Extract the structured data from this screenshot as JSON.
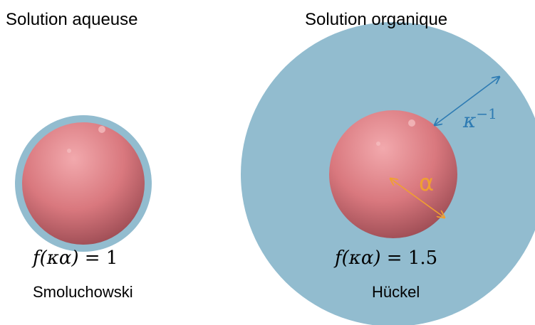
{
  "left_panel": {
    "title": "Solution aqueuse",
    "formula_lhs_f": "f",
    "formula_lhs_arg": "(κα)",
    "formula_rhs": " = 1",
    "caption": "Smoluchowski"
  },
  "right_panel": {
    "title": "Solution organique",
    "formula_lhs_f": "f",
    "formula_lhs_arg": "(κα)",
    "formula_rhs": " = 1.5",
    "caption": "Hückel",
    "kappa_symbol": "κ",
    "kappa_exponent": "−1",
    "alpha_symbol": "α"
  },
  "colors": {
    "double_layer": "#92bccf",
    "particle": "#d9787e",
    "kappa_arrow": "#2e7bb3",
    "alpha_arrow": "#f0a030"
  }
}
